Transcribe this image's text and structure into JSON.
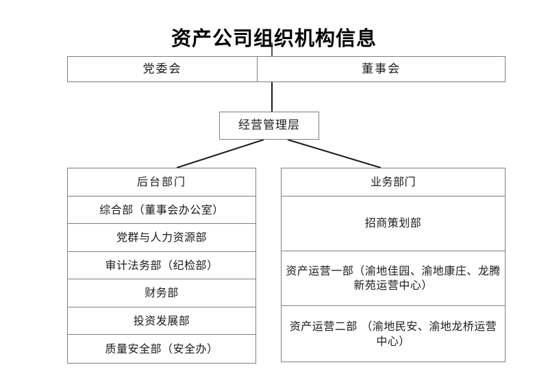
{
  "document": {
    "title": "资产公司组织机构信息"
  },
  "chart_data": {
    "type": "diagram",
    "diagram_kind": "organization-chart",
    "title": "资产公司组织机构信息",
    "orientation": "top-down",
    "levels": [
      {
        "level": 1,
        "nodes": [
          "党委会",
          "董事会"
        ]
      },
      {
        "level": 2,
        "nodes": [
          "经营管理层"
        ]
      },
      {
        "level": 3,
        "nodes": [
          "后台部门",
          "业务部门"
        ]
      }
    ],
    "edges": [
      {
        "from": "董事会",
        "to": "经营管理层"
      },
      {
        "from": "经营管理层",
        "to": "后台部门"
      },
      {
        "from": "经营管理层",
        "to": "业务部门"
      }
    ]
  },
  "top_row": {
    "left_cell": "党委会",
    "right_cell": "董事会"
  },
  "management": {
    "label": "经营管理层"
  },
  "left_column": {
    "header": "后台部门",
    "departments": [
      "综合部（董事会办公室）",
      "党群与人力资源部",
      "审计法务部（纪检部）",
      "财务部",
      "投资发展部",
      "质量安全部（安全办）"
    ]
  },
  "right_column": {
    "header": "业务部门",
    "departments": [
      "招商策划部",
      "资产运营一部（渝地佳园、渝地康庄、龙腾新苑运营中心）",
      "资产运营二部 （渝地民安、渝地龙桥运营中心）"
    ]
  },
  "colors": {
    "background": "#ffffff",
    "border": "#7d7d7d",
    "text": "#1a1a1a",
    "title_text": "#000000",
    "connector": "#1a1a1a"
  }
}
